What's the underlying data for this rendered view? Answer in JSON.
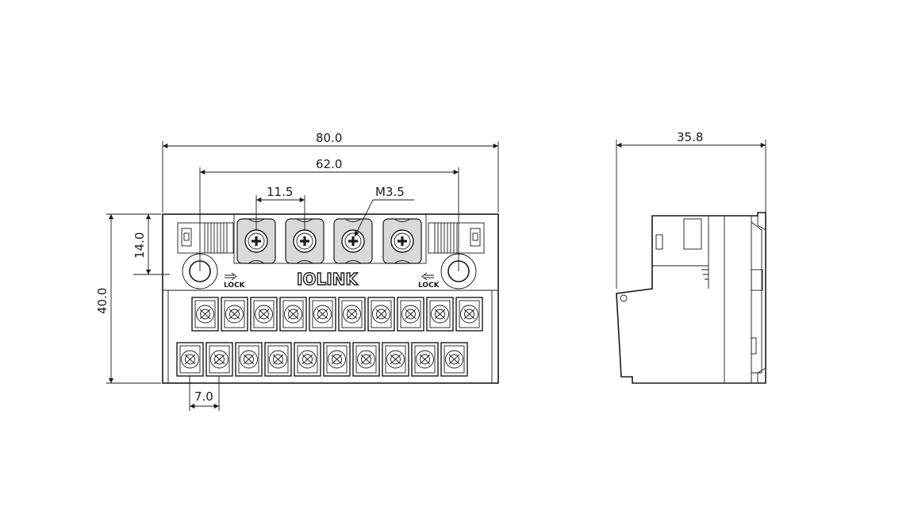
{
  "dimensions": {
    "overall_width": "80.0",
    "mount_pitch": "62.0",
    "screw_pitch": "11.5",
    "screw_size": "M3.5",
    "upper_height": "14.0",
    "overall_height": "40.0",
    "terminal_pitch": "7.0",
    "side_depth": "35.8"
  },
  "labels": {
    "lock_left": "LOCK",
    "lock_right": "LOCK",
    "logo": "IOLINK"
  },
  "counts": {
    "power_screws": 4,
    "upper_row_terminals": 10,
    "lower_row_terminals": 10
  }
}
